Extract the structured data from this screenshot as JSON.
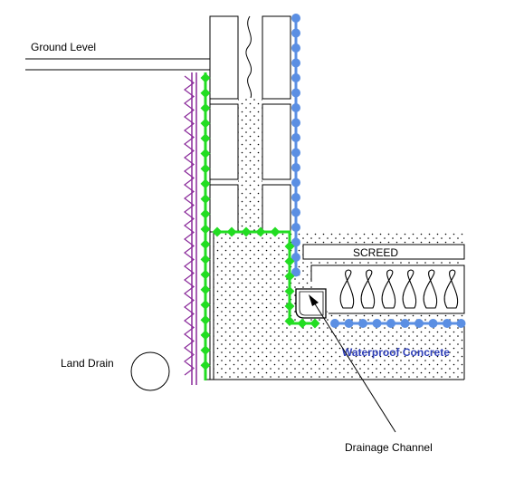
{
  "labels": {
    "ground_level": "Ground Level",
    "screed": "SCREED",
    "waterproof_concrete": "Waterproof Concrete",
    "land_drain": "Land Drain",
    "drainage_channel": "Drainage Channel"
  },
  "colors": {
    "line": "#000000",
    "green_membrane": "#22dd22",
    "blue_membrane": "#5b8fe3",
    "purple_membrane": "#8a2a9a",
    "waterproof_label": "#2e3fb8",
    "fill_white": "#ffffff"
  },
  "icons": {
    "insulation": "coil-loops",
    "land_drain": "circle-pipe",
    "channel": "u-channel"
  }
}
